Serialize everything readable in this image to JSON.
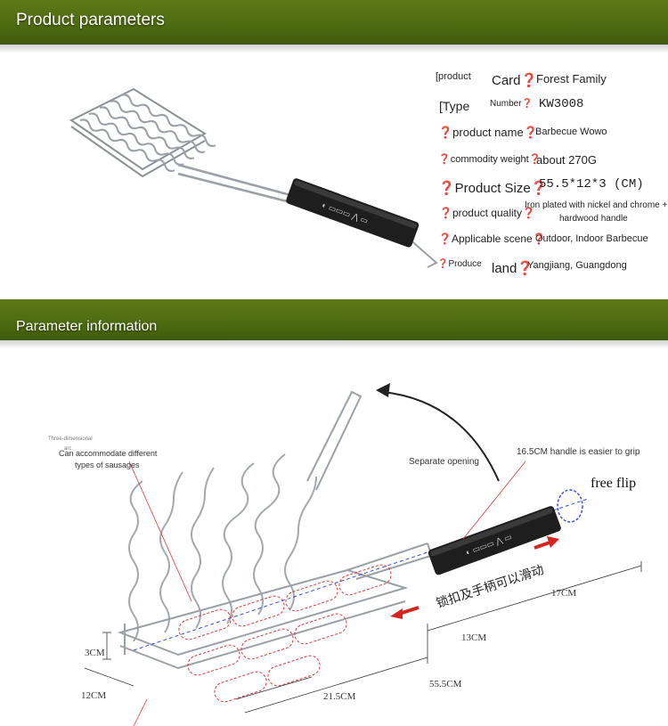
{
  "sections": {
    "parameters_title": "Product parameters",
    "info_title": "Parameter information"
  },
  "params": {
    "card_label_a": "[product",
    "card_label_b": "Card❓",
    "card_value": "Forest Family",
    "type_label_a": "[Type",
    "type_label_b": "Number❓",
    "type_value": "KW3008",
    "name_label": "❓product name❓",
    "name_value": "Barbecue Wowo",
    "weight_label": "❓commodity weight❓",
    "weight_value": "about 270G",
    "size_label": "❓Product Size❓",
    "size_value": "55.5*12*3 (CM)",
    "quality_label": "❓product quality❓",
    "quality_value_1": "Iron plated with nickel and chrome +",
    "quality_value_2": "hardwood handle",
    "scene_label": "❓Applicable scene❓",
    "scene_value": "Outdoor, Indoor Barbecue",
    "produce_label_a": "❓Produce",
    "produce_label_b": "land❓",
    "produce_value": "Yangjiang, Guangdong"
  },
  "annotations": {
    "three_d": "Three-dimensional",
    "arc": "arc",
    "accommodate_1": "Can accommodate different",
    "accommodate_2": "types of sausages",
    "separate": "Separate opening",
    "handle_grip": "16.5CM handle is easier to grip",
    "free_flip": "free flip",
    "lock_slide": "锁扣及手柄可以滑动",
    "dim_17": "17CM",
    "dim_13": "13CM",
    "dim_3": "3CM",
    "dim_12": "12CM",
    "dim_215": "21.5CM",
    "dim_555": "55.5CM"
  },
  "colors": {
    "banner": "#4c6a10",
    "arrow_red": "#d8231e",
    "dash_red": "#d63a3a",
    "dash_blue": "#3b4fd6",
    "handle": "#1e1e1e",
    "wire": "#9aa0a6"
  }
}
